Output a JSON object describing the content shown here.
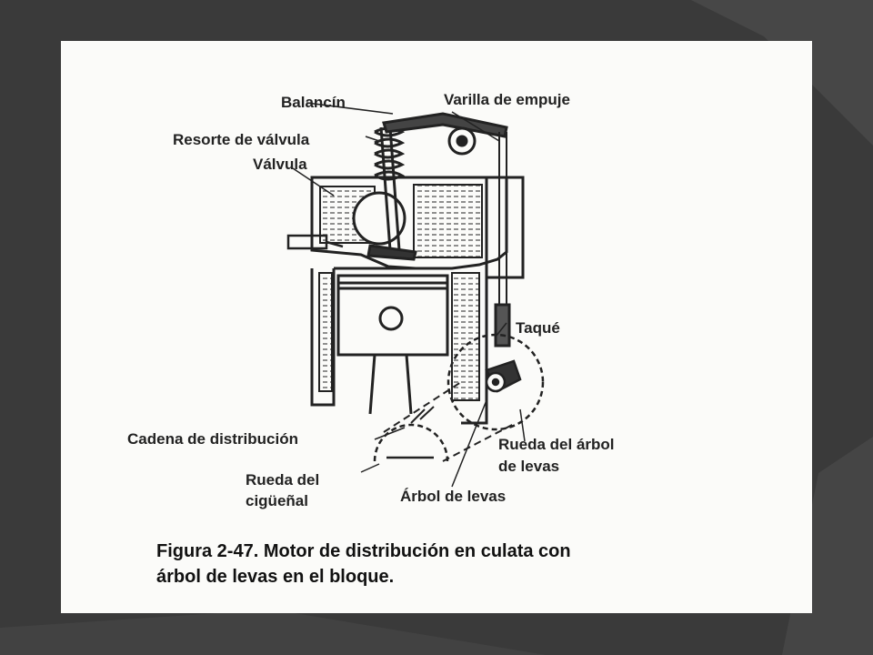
{
  "diagram": {
    "labels": {
      "balancin": "Balancín",
      "varilla": "Varilla de empuje",
      "resorte": "Resorte de válvula",
      "valvula": "Válvula",
      "taque": "Taqué",
      "cadena": "Cadena de distribución",
      "rueda_arbol_1": "Rueda del árbol",
      "rueda_arbol_2": "de levas",
      "rueda_ciguenal_1": "Rueda del",
      "rueda_ciguenal_2": "cigüeñal",
      "arbol_levas": "Árbol de levas"
    },
    "caption": {
      "line1": "Figura 2-47.  Motor de distribución en culata con",
      "line2": "árbol de levas en el bloque."
    }
  },
  "colors": {
    "slide_background": "#3a3a3a",
    "page": "#fbfbf9",
    "ink": "#222222"
  }
}
